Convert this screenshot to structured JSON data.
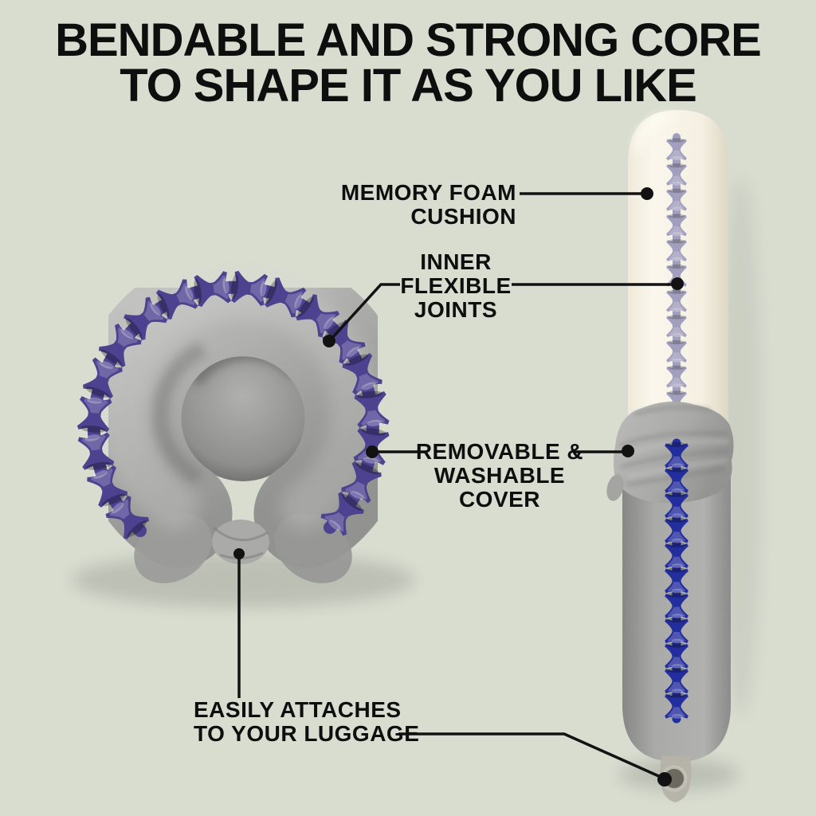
{
  "title": {
    "line1": "BENDABLE AND STRONG CORE",
    "line2": "TO SHAPE IT AS YOU LIKE"
  },
  "callouts": {
    "memory_foam": {
      "line1": "MEMORY FOAM",
      "line2": "CUSHION"
    },
    "inner_joints": {
      "line1": "INNER",
      "line2": "FLEXIBLE",
      "line3": "JOINTS"
    },
    "cover": {
      "line1": "REMOVABLE &",
      "line2": "WASHABLE",
      "line3": "COVER"
    },
    "luggage": {
      "line1": "EASILY ATTACHES",
      "line2": "TO YOUR LUGGAGE"
    }
  },
  "colors": {
    "bg": "#d9ddd0",
    "text": "#0e0e0e",
    "callout-line": "#121212",
    "pillow-gray": "#a8a8a6",
    "joint-purple": "#4c4290",
    "joint-lavender": "#8f8cb6",
    "joint-navy": "#232e9e",
    "foam-ivory": "#f6f1e4",
    "cover-gray": "#a0a09e"
  }
}
